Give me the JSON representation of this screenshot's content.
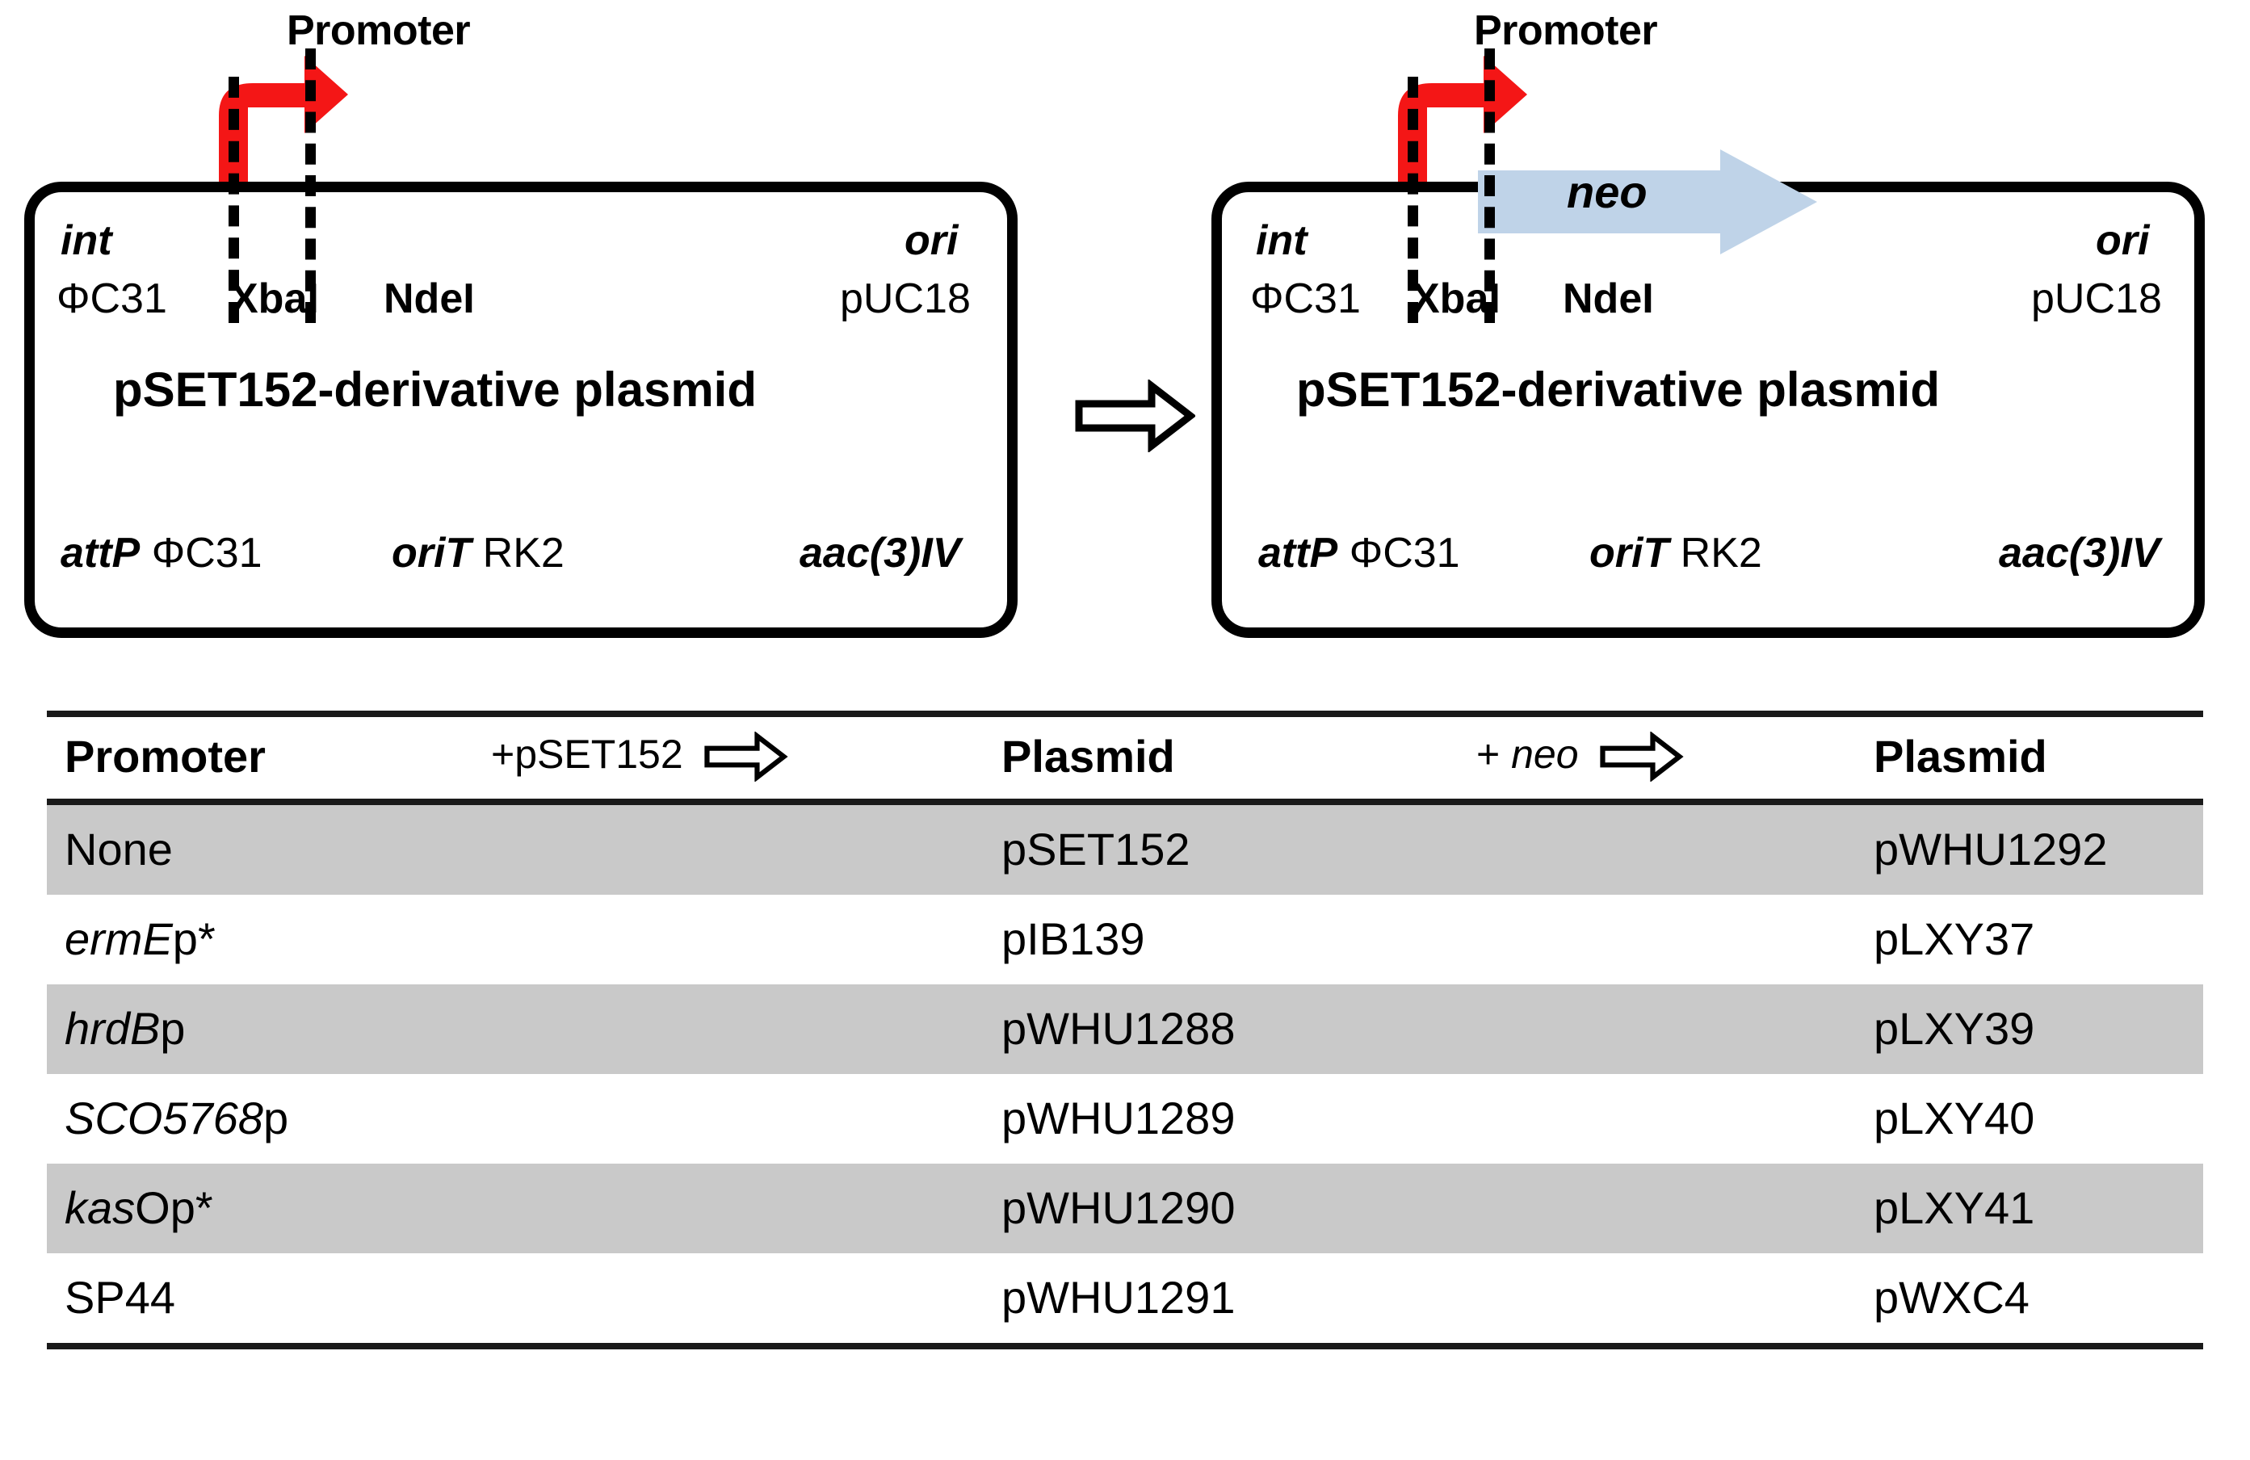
{
  "figure": {
    "diagram": {
      "promoter_caption": "Promoter",
      "transform_arrow_icon": "hollow-right-arrow-icon",
      "panels": [
        {
          "id": "before",
          "title": "pSET152-derivative plasmid",
          "labels": {
            "int_gene": "int",
            "int_phage": "ΦC31",
            "site_xbai": "XbaI",
            "site_ndei": "NdeI",
            "ori_gene": "ori",
            "ori_source": "pUC18",
            "attp_gene": "attP",
            "attp_phage": "ΦC31",
            "orit_gene": "oriT",
            "orit_source": "RK2",
            "resistance": "aac(3)IV"
          },
          "has_neo": false,
          "neo_label": ""
        },
        {
          "id": "after",
          "title": "pSET152-derivative plasmid",
          "labels": {
            "int_gene": "int",
            "int_phage": "ΦC31",
            "site_xbai": "XbaI",
            "site_ndei": "NdeI",
            "ori_gene": "ori",
            "ori_source": "pUC18",
            "attp_gene": "attP",
            "attp_phage": "ΦC31",
            "orit_gene": "oriT",
            "orit_source": "RK2",
            "resistance": "aac(3)IV"
          },
          "has_neo": true,
          "neo_label": "neo"
        }
      ],
      "colors": {
        "promoter_arrow": "#f41616",
        "neo_arrow_fill": "#bfd3e8",
        "backbone": "#000000"
      }
    },
    "table": {
      "headers": {
        "promoter": "Promoter",
        "op1": "+pSET152",
        "plasmid1": "Plasmid",
        "op2_prefix": "+",
        "op2_gene": "neo",
        "plasmid2": "Plasmid"
      },
      "rows": [
        {
          "promoter_italic": "",
          "promoter_roman": "None",
          "plasmid1": "pSET152",
          "plasmid2": "pWHU1292",
          "shaded": true
        },
        {
          "promoter_italic": "ermE",
          "promoter_roman": "p*",
          "plasmid1": "pIB139",
          "plasmid2": "pLXY37",
          "shaded": false
        },
        {
          "promoter_italic": "hrdB",
          "promoter_roman": "p",
          "plasmid1": "pWHU1288",
          "plasmid2": "pLXY39",
          "shaded": true
        },
        {
          "promoter_italic": "SCO5768",
          "promoter_roman": "p",
          "plasmid1": "pWHU1289",
          "plasmid2": "pLXY40",
          "shaded": false
        },
        {
          "promoter_italic": "kas",
          "promoter_roman": "Op*",
          "plasmid1": "pWHU1290",
          "plasmid2": "pLXY41",
          "shaded": true
        },
        {
          "promoter_italic": "",
          "promoter_roman": "SP44",
          "plasmid1": "pWHU1291",
          "plasmid2": "pWXC4",
          "shaded": false
        }
      ]
    }
  }
}
